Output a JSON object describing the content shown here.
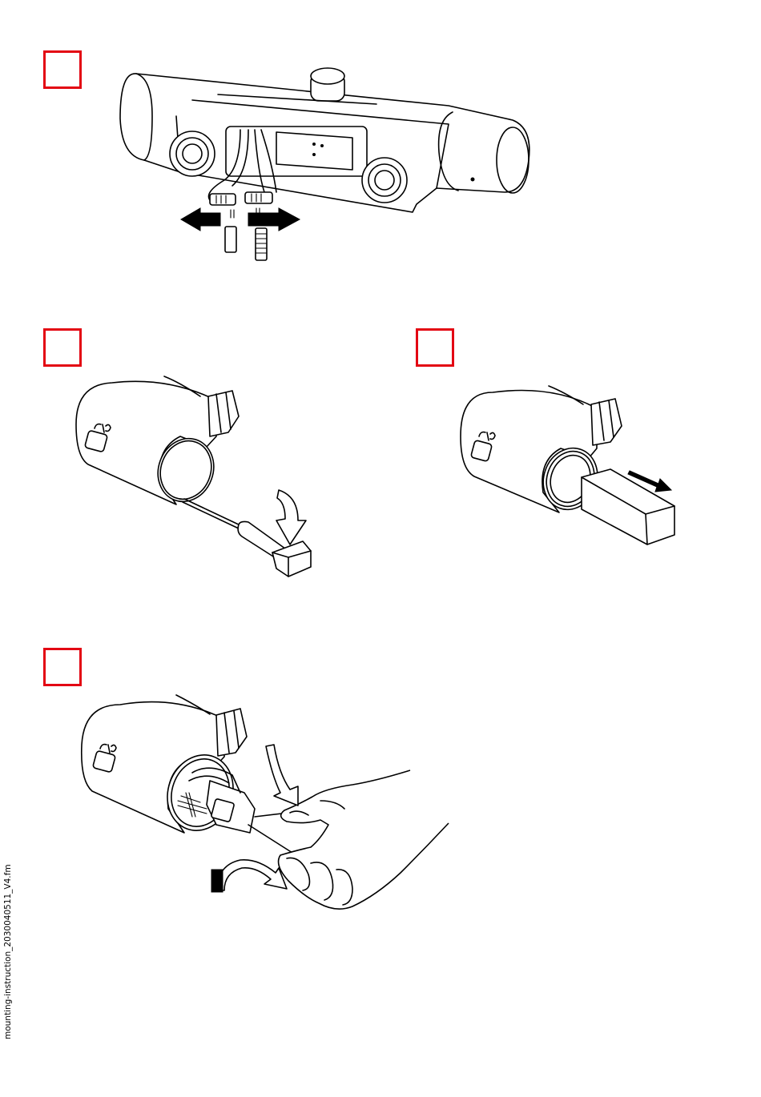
{
  "document": {
    "file_name": "mounting-instruction_2030040511_V4.fm"
  },
  "colors": {
    "step_box_border": "#e30613",
    "line_art": "#000000",
    "background": "#ffffff"
  },
  "steps": [
    {
      "illustration": "disconnect-cable-connectors"
    },
    {
      "illustration": "pry-off-cover-with-screwdriver"
    },
    {
      "illustration": "pull-out-insert"
    },
    {
      "illustration": "remove-electronics-module-by-hand"
    }
  ]
}
